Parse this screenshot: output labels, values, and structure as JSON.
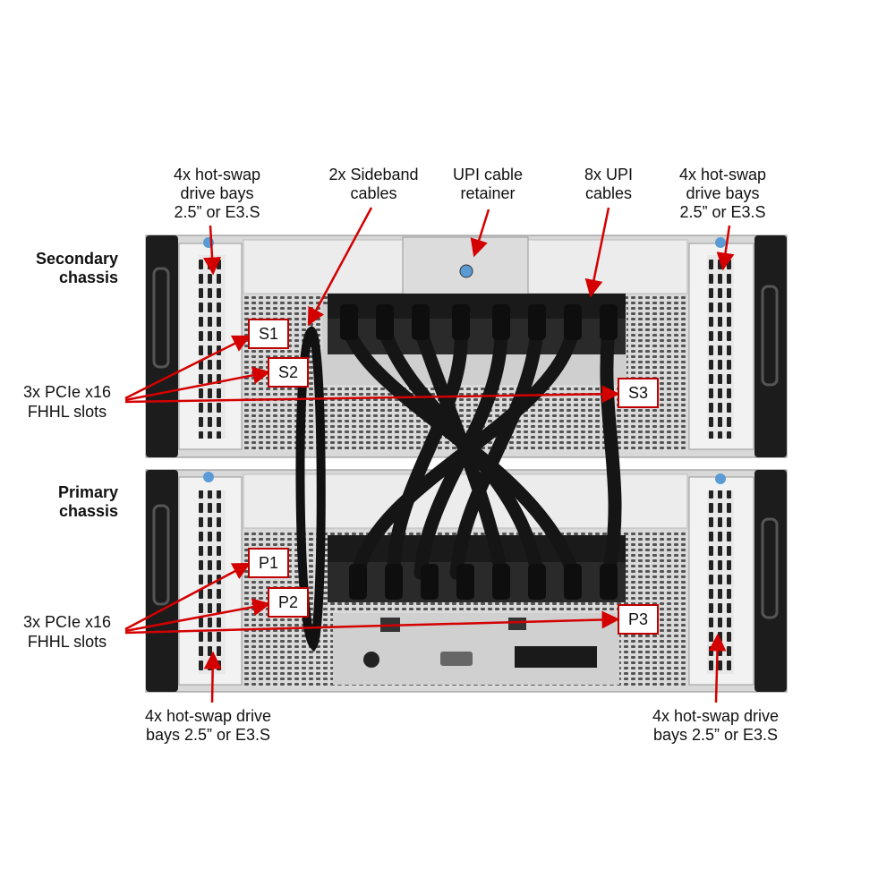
{
  "callouts": {
    "top_left_bays": "4x hot-swap\ndrive bays\n2.5” or E3.S",
    "sideband": "2x Sideband\ncables",
    "upi_retainer": "UPI cable\nretainer",
    "upi_cables": "8x UPI\ncables",
    "top_right_bays": "4x hot-swap\ndrive bays\n2.5” or E3.S",
    "bottom_left_bays": "4x hot-swap drive\nbays 2.5” or E3.S",
    "bottom_right_bays": "4x hot-swap drive\nbays 2.5” or E3.S"
  },
  "chassis": {
    "secondary_label": "Secondary\nchassis",
    "primary_label": "Primary\nchassis",
    "secondary_pcie": "3x PCIe x16\nFHHL slots",
    "primary_pcie": "3x PCIe x16\nFHHL slots"
  },
  "slots": {
    "s1": "S1",
    "s2": "S2",
    "s3": "S3",
    "p1": "P1",
    "p2": "P2",
    "p3": "P3"
  },
  "accent": "#d40000"
}
